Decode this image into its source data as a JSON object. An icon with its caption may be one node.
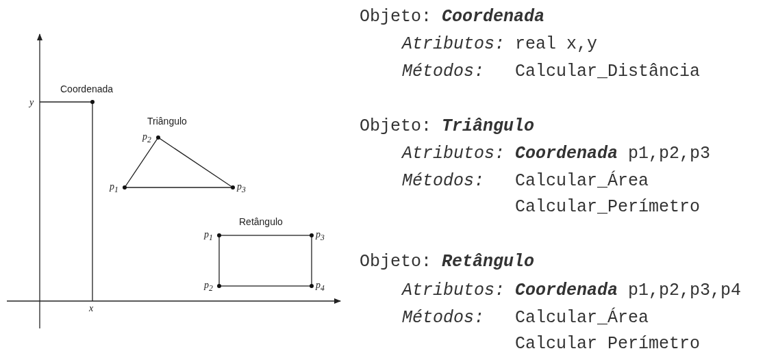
{
  "diagram": {
    "labels": [
      "Coordenada",
      "y",
      "Triângulo",
      "p$_{2}$",
      "p$_{1}$",
      "p$_{3}$",
      "Retângulo",
      "p$_{1}$",
      "p$_{3}$",
      "p$_{2}$",
      "p$_{4}$",
      "x",
      "Objeto: **Coordenada**",
      "*Atributos:* real x,y",
      "*Métodos:*   Calcular_Distância",
      "Objeto: **Triângulo**",
      "*Atributos:* **Coordenada** p1,p2,p3",
      "*Métodos:*   Calcular_Área",
      "Calcular_Perímetro",
      "Objeto: **Retângulo**",
      "*Atributos:* **Coordenada** p1,p2,p3,p4",
      "*Métodos:*   Calcular_Área",
      "Calcular Perímetro"
    ]
  }
}
